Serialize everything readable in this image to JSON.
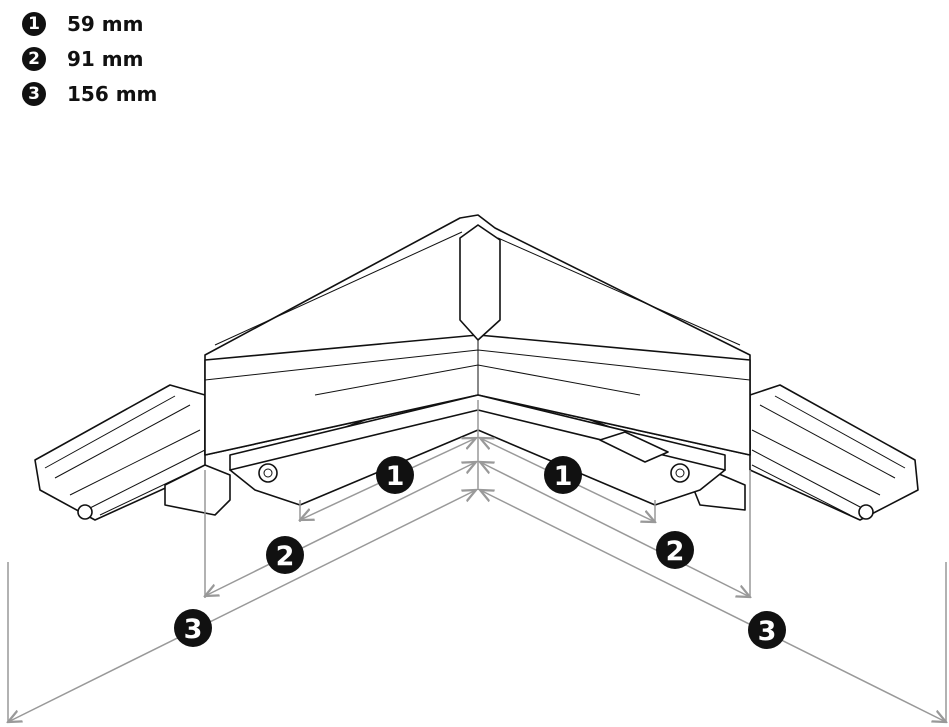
{
  "legend": [
    {
      "marker": "1",
      "value": "59 mm"
    },
    {
      "marker": "2",
      "value": "91 mm"
    },
    {
      "marker": "3",
      "value": "156 mm"
    }
  ],
  "markers": {
    "m1": "1",
    "m2": "2",
    "m3": "3"
  },
  "colors": {
    "line": "#111111",
    "dimension": "#999999"
  }
}
